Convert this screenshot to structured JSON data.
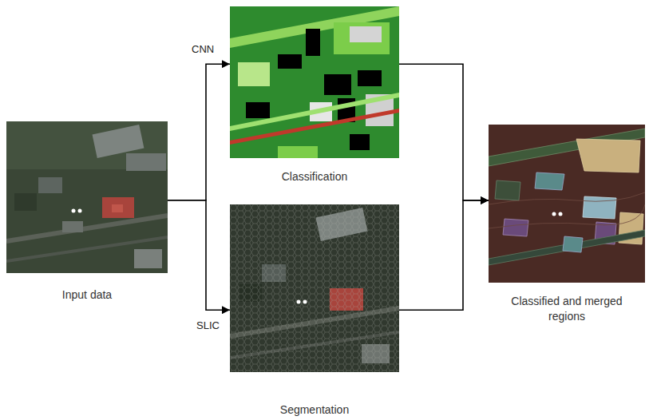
{
  "diagram": {
    "nodes": [
      {
        "text": [
          "Input data"
        ]
      },
      {
        "text": [
          "Classification"
        ]
      },
      {
        "text": [
          "Segmentation"
        ]
      },
      {
        "text": [
          "Classified and merged regions"
        ]
      }
    ],
    "edges": [
      {
        "from": 0,
        "to": 1,
        "arrow": "to",
        "label": "CNN"
      },
      {
        "from": 0,
        "to": 2,
        "arrow": "to",
        "label": "SLIC"
      },
      {
        "from": 1,
        "to": 3,
        "arrow": "to"
      },
      {
        "from": 2,
        "to": 3,
        "arrow": "to"
      }
    ]
  }
}
